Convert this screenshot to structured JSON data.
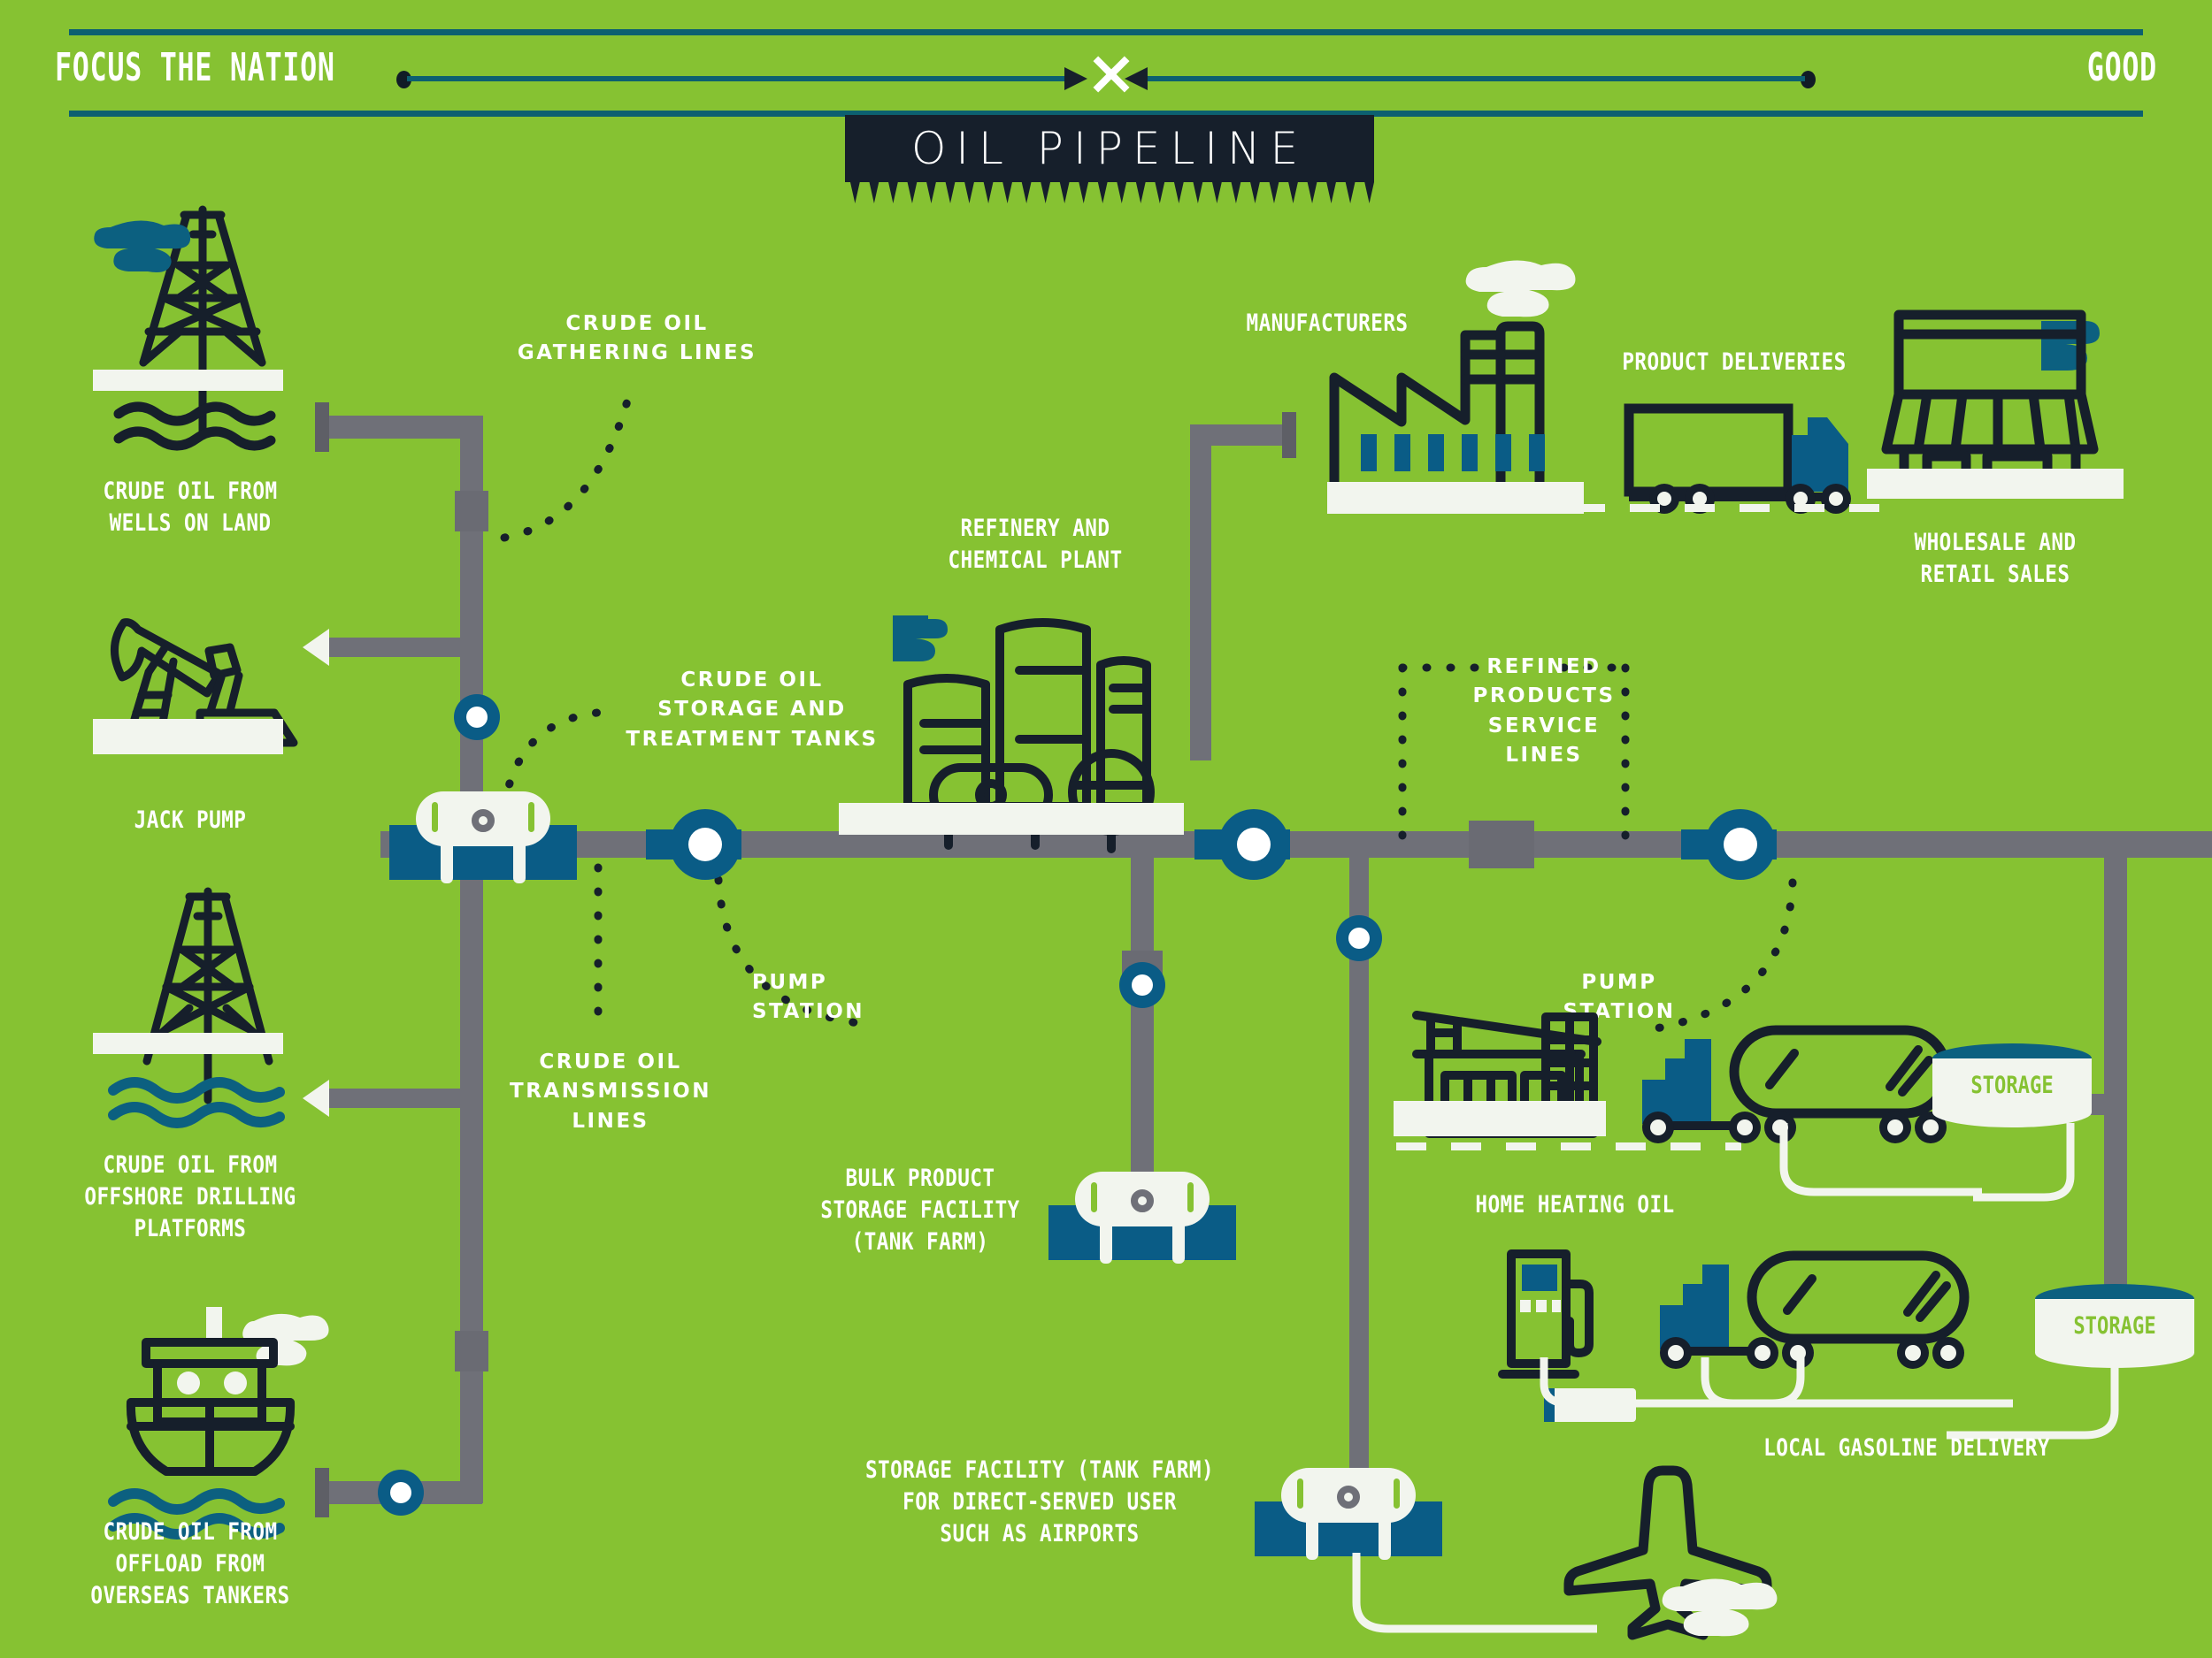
{
  "header": {
    "left_label": "FOCUS THE NATION",
    "right_label": "GOOD",
    "divider_icon": "x-icon"
  },
  "title": "OIL PIPELINE",
  "sources": [
    {
      "id": "wells-on-land",
      "icon": "derrick-icon",
      "label": "CRUDE OIL FROM\nWELLS ON LAND"
    },
    {
      "id": "jack-pump",
      "icon": "jack-pump-icon",
      "label": "JACK PUMP"
    },
    {
      "id": "offshore",
      "icon": "offshore-derrick-icon",
      "label": "CRUDE OIL FROM\nOFFSHORE DRILLING\nPLATFORMS"
    },
    {
      "id": "tankers",
      "icon": "tanker-ship-icon",
      "label": "CRUDE OIL FROM\nOFFLOAD FROM\nOVERSEAS TANKERS"
    }
  ],
  "annotations": {
    "gathering_lines": "CRUDE OIL\nGATHERING LINES",
    "storage_treatment": "CRUDE OIL\nSTORAGE AND\nTREATMENT TANKS",
    "pump_station_left": "PUMP\nSTATION",
    "transmission_lines": "CRUDE OIL\nTRANSMISSION\nLINES",
    "refined_service_lines": "REFINED\nPRODUCTS\nSERVICE\nLINES",
    "pump_station_right": "PUMP\nSTATION"
  },
  "nodes": {
    "refinery": "REFINERY AND\nCHEMICAL PLANT",
    "manufacturers": "MANUFACTURERS",
    "product_deliveries": "PRODUCT DELIVERIES",
    "wholesale_retail": "WHOLESALE AND\nRETAIL SALES",
    "bulk_storage": "BULK PRODUCT\nSTORAGE FACILITY\n(TANK FARM)",
    "airport_storage": "STORAGE FACILITY (TANK FARM)\nFOR DIRECT-SERVED USER\nSUCH AS AIRPORTS",
    "home_heating": "HOME HEATING OIL",
    "local_gasoline": "LOCAL GASOLINE DELIVERY",
    "storage_tank_upper": "STORAGE",
    "storage_tank_lower": "STORAGE"
  },
  "colors": {
    "background": "#86c232",
    "dark": "#161f2b",
    "teal": "#0c6070",
    "blue": "#0a5c86",
    "pipe_gray": "#6f7078",
    "cream": "#f2f5ee"
  }
}
